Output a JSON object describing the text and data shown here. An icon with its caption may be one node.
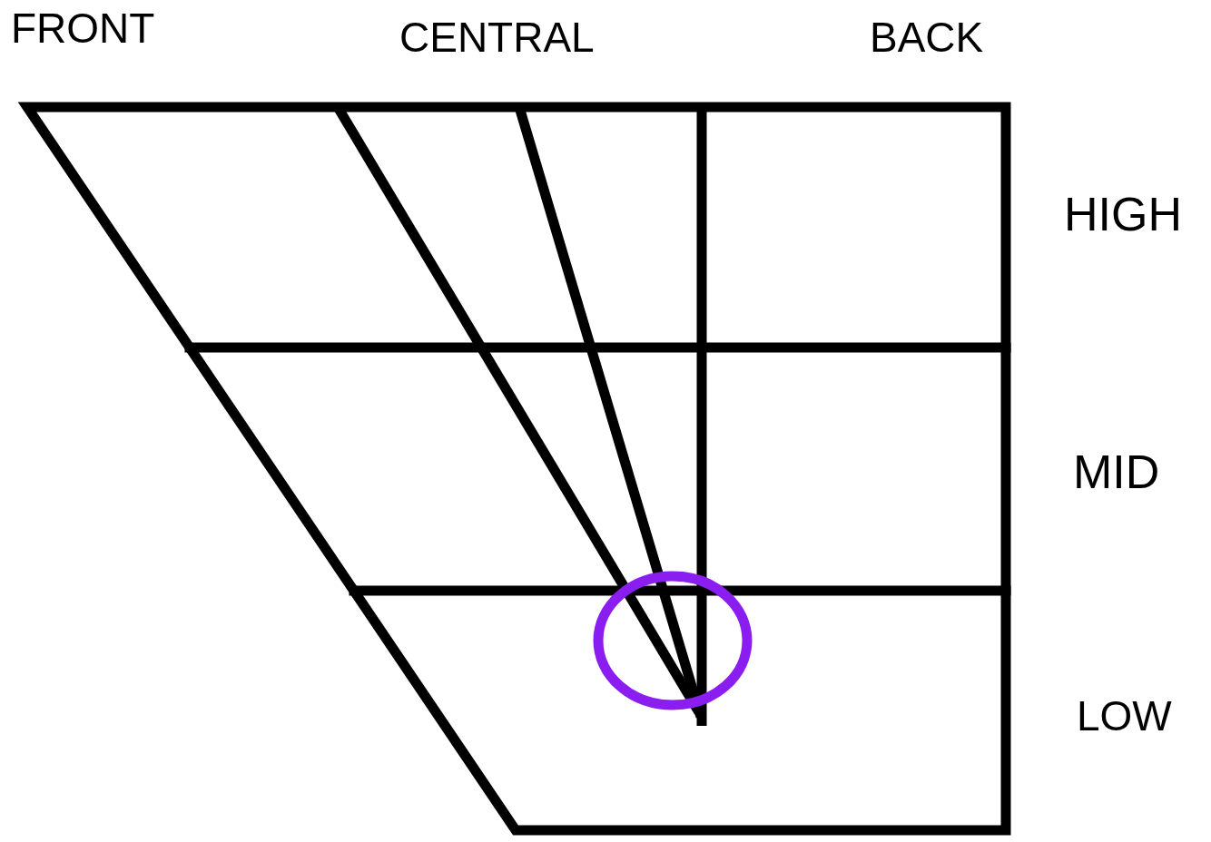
{
  "diagram": {
    "labels": [
      "FRONT",
      "CENTRAL",
      "BACK",
      "HIGH",
      "MID",
      "LOW"
    ]
  }
}
